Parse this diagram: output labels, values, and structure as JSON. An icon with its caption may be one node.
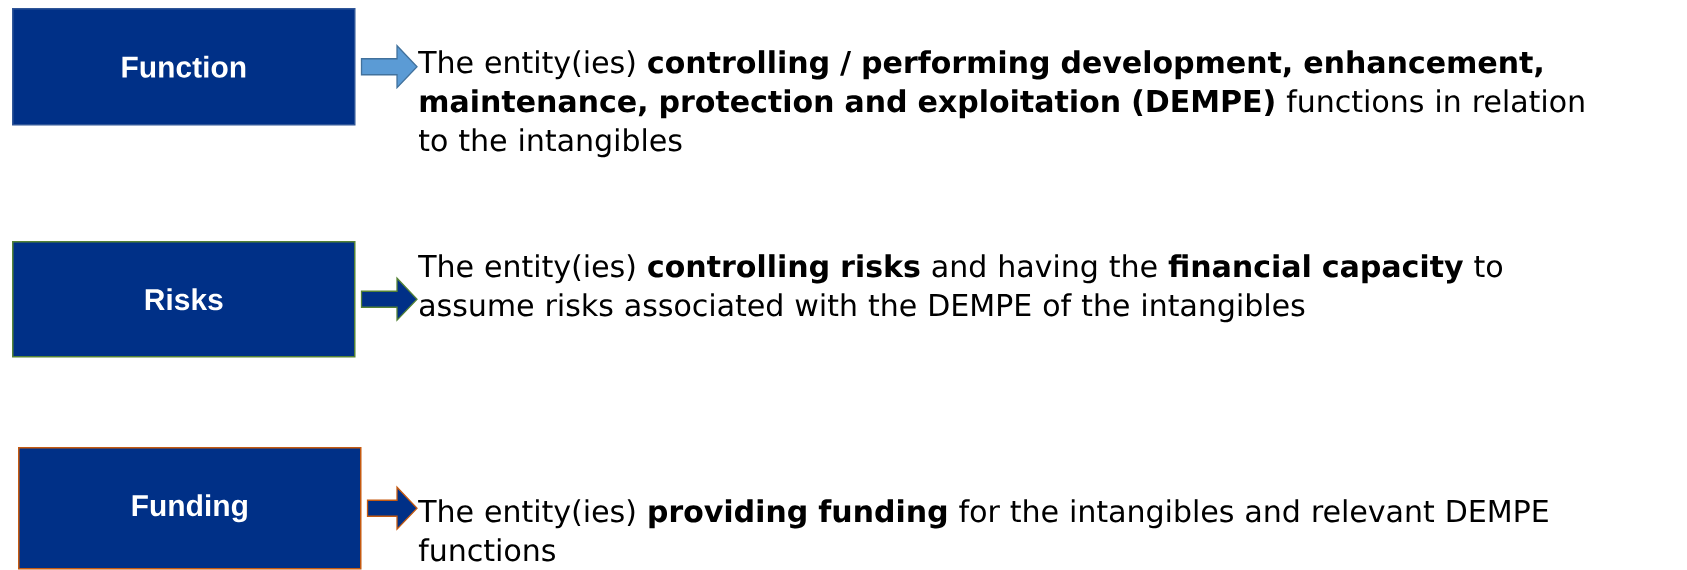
{
  "diagram": {
    "nodes": [
      {
        "text": [
          "Function"
        ]
      },
      {
        "text": [
          "The entity(ies) **controlling / performing development, enhancement, maintenance, protection and exploitation (DEMPE)** functions in relation to the intangibles"
        ]
      },
      {
        "text": [
          "Risks"
        ]
      },
      {
        "text": [
          "The entity(ies) **controlling risks** and having the **financial capacity**  to assume risks associated with the DEMPE of the intangibles"
        ]
      },
      {
        "text": [
          "Funding"
        ]
      },
      {
        "text": [
          "The entity(ies) **providing funding** for the intangibles and relevant DEMPE functions"
        ]
      }
    ],
    "edges": [
      {
        "from": 0,
        "to": 1,
        "arrow": "to",
        "color": "#41719c"
      },
      {
        "from": 2,
        "to": 3,
        "arrow": "to",
        "color": "#548235"
      },
      {
        "from": 4,
        "to": 5,
        "arrow": "to",
        "color": "#c55a11"
      }
    ]
  }
}
